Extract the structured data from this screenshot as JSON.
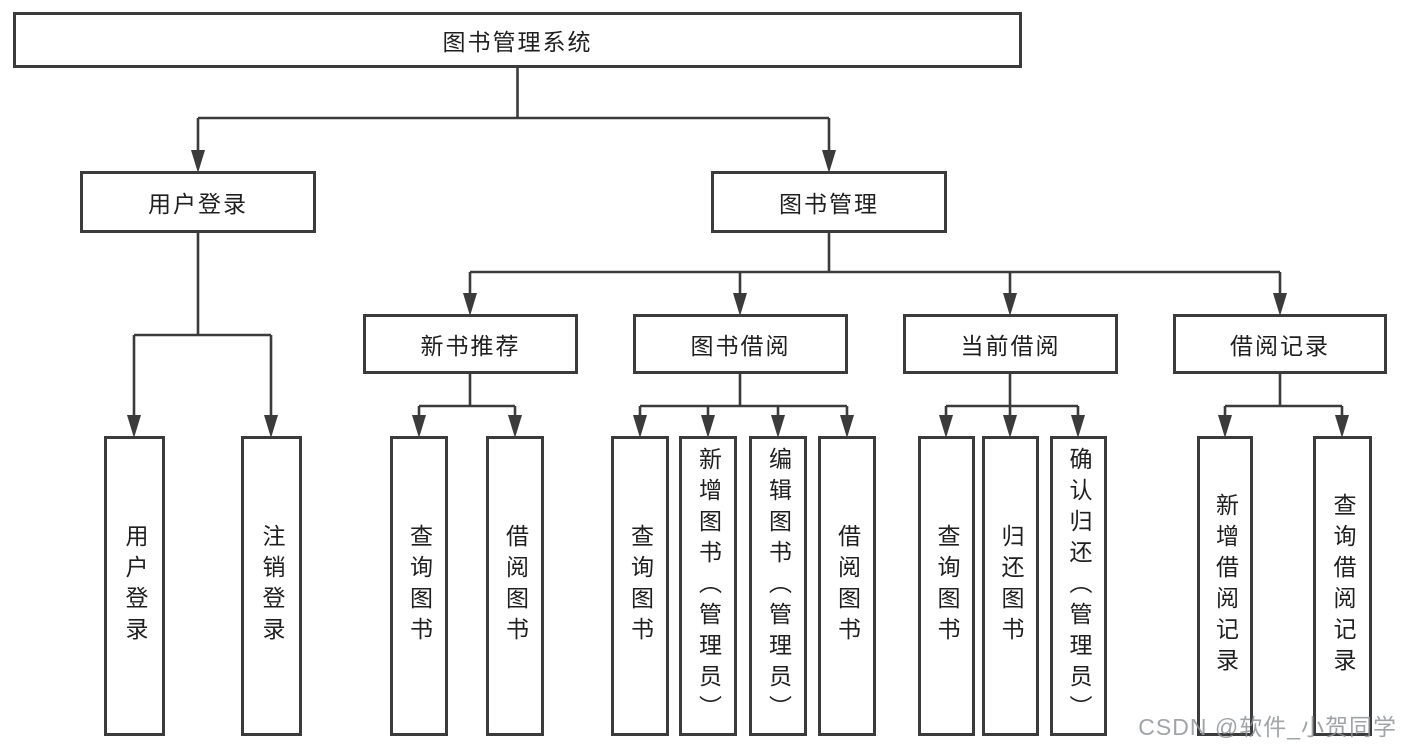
{
  "tree": {
    "label": "图书管理系统",
    "children": [
      {
        "label": "用户登录",
        "children": [
          {
            "label": "用户登录"
          },
          {
            "label": "注销登录"
          }
        ]
      },
      {
        "label": "图书管理",
        "children": [
          {
            "label": "新书推荐",
            "children": [
              {
                "label": "查询图书"
              },
              {
                "label": "借阅图书"
              }
            ]
          },
          {
            "label": "图书借阅",
            "children": [
              {
                "label": "查询图书"
              },
              {
                "label": "新增图书（管理员）"
              },
              {
                "label": "编辑图书（管理员）"
              },
              {
                "label": "借阅图书"
              }
            ]
          },
          {
            "label": "当前借阅",
            "children": [
              {
                "label": "查询图书"
              },
              {
                "label": "归还图书"
              },
              {
                "label": "确认归还（管理员）"
              }
            ]
          },
          {
            "label": "借阅记录",
            "children": [
              {
                "label": "新增借阅记录"
              },
              {
                "label": "查询借阅记录"
              }
            ]
          }
        ]
      }
    ]
  },
  "watermark": {
    "text": "CSDN @软件_小贺同学"
  },
  "colors": {
    "line": "#3b3b3b",
    "box_border": "#3b3b3b",
    "text": "#1f1f1f",
    "watermark": "#919498",
    "background": "#ffffff"
  }
}
